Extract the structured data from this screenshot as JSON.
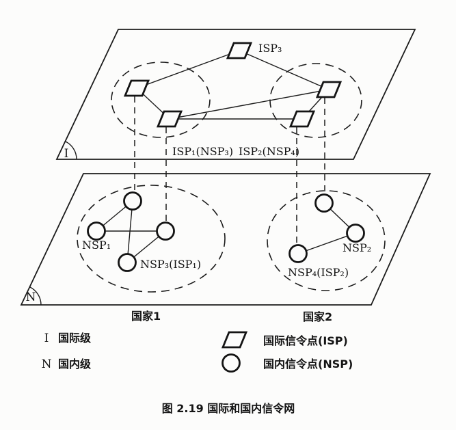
{
  "figure": {
    "caption": "图 2.19  国际和国内信令网"
  },
  "international_plane": {
    "corner_label": "I",
    "isp3_label": "ISP₃",
    "isp1_label": "ISP₁(NSP₃)",
    "isp2_label": "ISP₂(NSP₄)"
  },
  "national_plane": {
    "corner_label": "N",
    "nsp1_label": "NSP₁",
    "nsp3_label": "NSP₃(ISP₁)",
    "nsp2_label": "NSP₂",
    "nsp4_label": "NSP₄(ISP₂)",
    "country1_label": "国家1",
    "country2_label": "国家2"
  },
  "legend": {
    "level_i": {
      "symbol": "I",
      "label": "国际级"
    },
    "level_n": {
      "symbol": "N",
      "label": "国内级"
    },
    "isp": {
      "label": "国际信令点(ISP)"
    },
    "nsp": {
      "label": "国内信令点(NSP)"
    }
  },
  "colors": {
    "ink": "#1b1b1b",
    "paper": "#fcfcfb"
  }
}
